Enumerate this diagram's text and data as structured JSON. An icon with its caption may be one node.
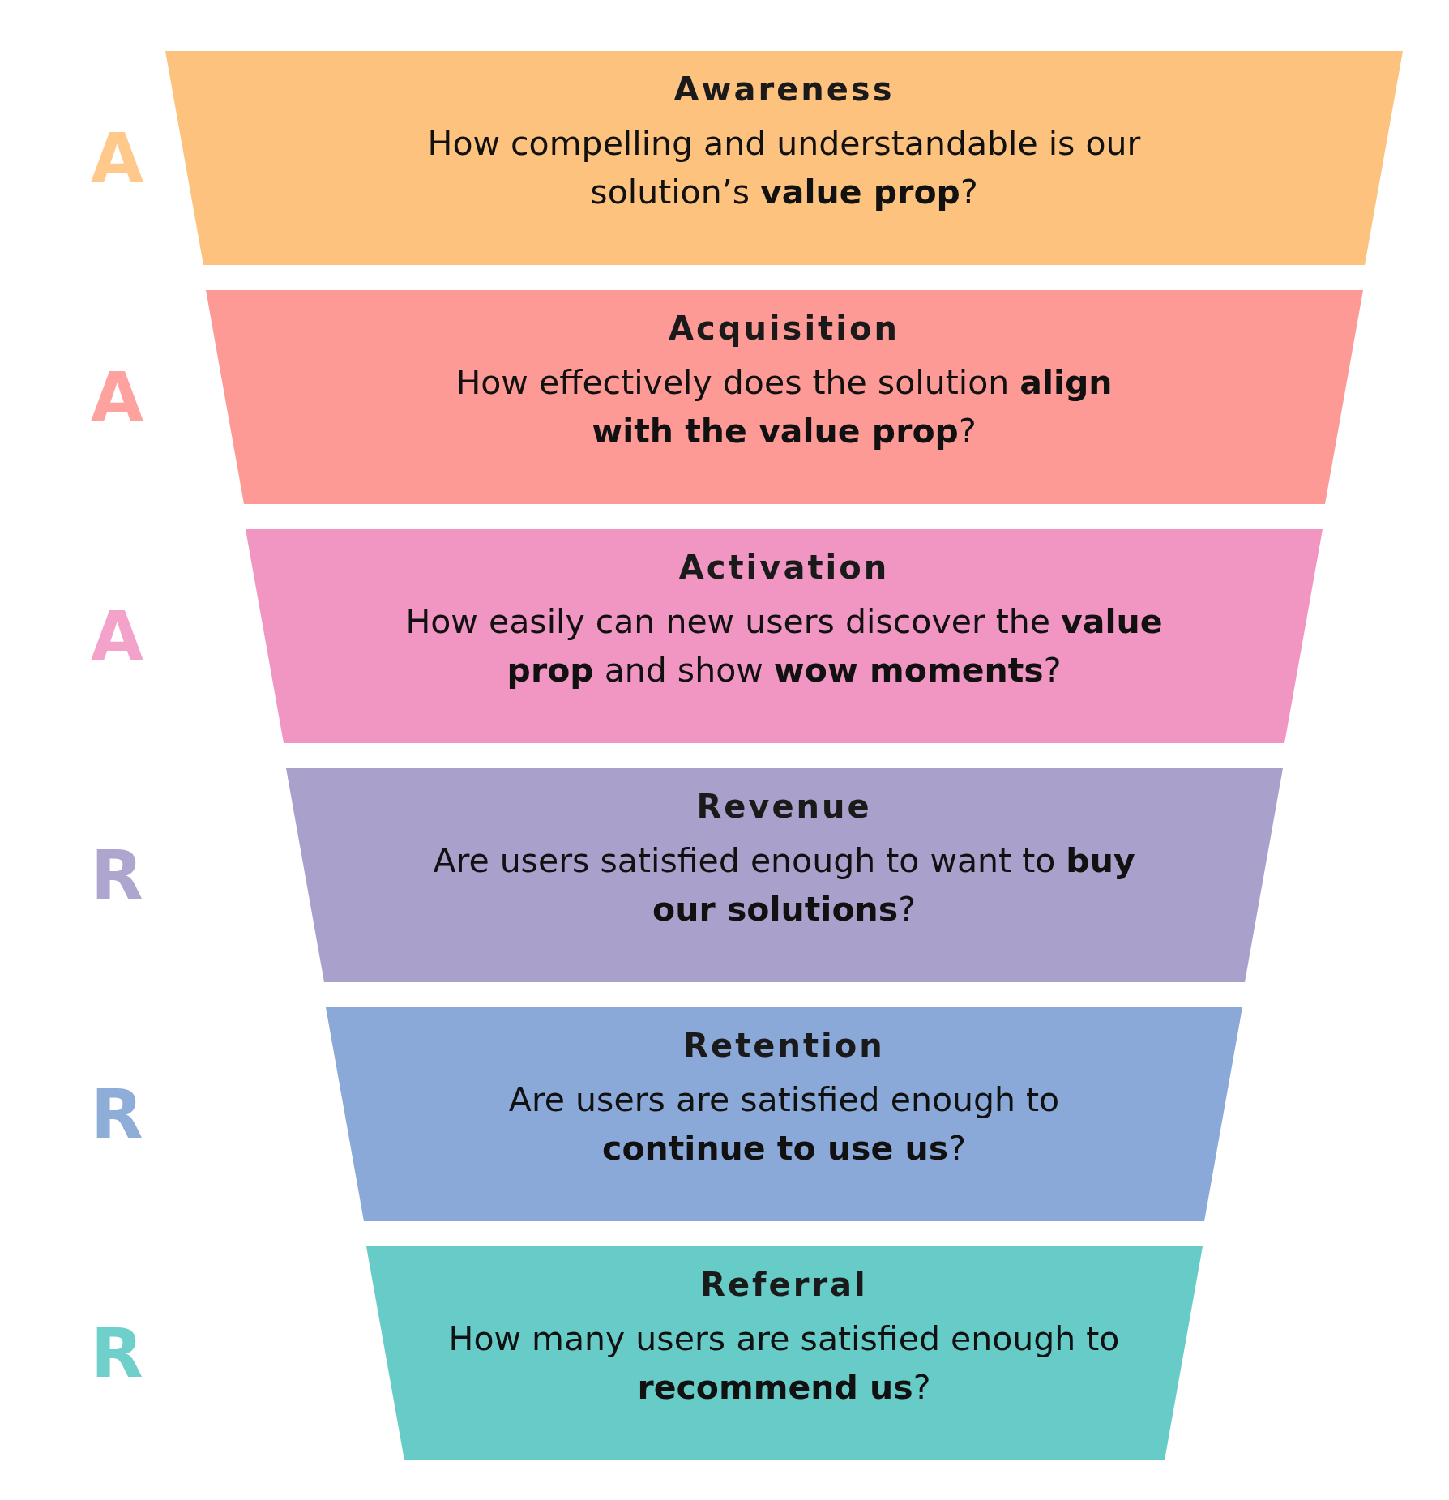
{
  "diagram": {
    "nodes": [
      {
        "text": [
          "Awareness",
          "How compelling and understandable is our solution’s **value prop**?"
        ],
        "beside": [
          "A"
        ]
      },
      {
        "text": [
          "Acquisition",
          "How effectively does the solution **align with the value prop**?"
        ],
        "beside": [
          "A"
        ]
      },
      {
        "text": [
          "Activation",
          "How easily can new users discover the **value prop** and show **wow moments**?"
        ],
        "beside": [
          "A"
        ]
      },
      {
        "text": [
          "Revenue",
          "Are users satisfied enough to want to **buy our solutions**?"
        ],
        "beside": [
          "R"
        ]
      },
      {
        "text": [
          "Retention",
          "Are users are satisfied enough to **continue to use us**?"
        ],
        "beside": [
          "R"
        ]
      },
      {
        "text": [
          "Referral",
          "How many users are satisfied enough to **recommend us**?"
        ],
        "beside": [
          "R"
        ]
      }
    ]
  }
}
